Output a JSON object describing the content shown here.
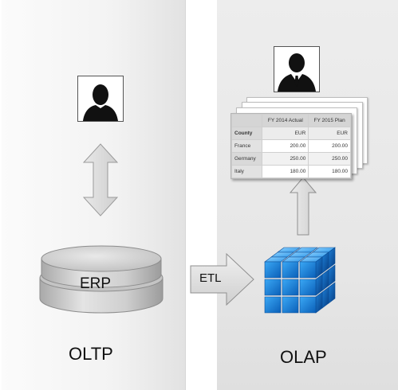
{
  "left_panel": {
    "label": "OLTP"
  },
  "right_panel": {
    "label": "OLAP"
  },
  "erp": {
    "label": "ERP"
  },
  "etl": {
    "label": "ETL"
  },
  "icons": {
    "user_left": "user-silhouette-icon",
    "user_right": "user-suit-icon",
    "database": "database-disk-icon",
    "cube": "olap-cube-icon"
  },
  "report": {
    "col_headers": [
      "FY 2014 Actual",
      "FY 2015 Plan"
    ],
    "row_header_label": "County",
    "units": [
      "EUR",
      "EUR"
    ],
    "rows": [
      {
        "country": "France",
        "values": [
          "200.00",
          "200.00"
        ]
      },
      {
        "country": "Germany",
        "values": [
          "250.00",
          "250.00"
        ]
      },
      {
        "country": "Italy",
        "values": [
          "180.00",
          "180.00"
        ]
      }
    ]
  },
  "colors": {
    "cube_blue": "#1f8fe0",
    "arrow_gray": "#dcdcdc",
    "disk_gray": "#c9c9c9"
  }
}
